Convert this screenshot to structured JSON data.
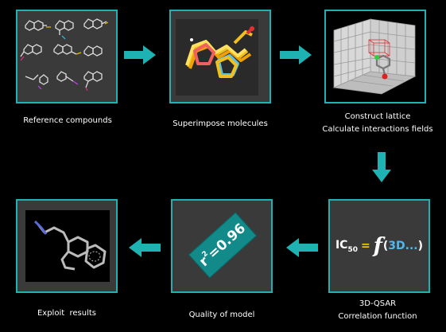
{
  "steps": [
    {
      "id": "reference",
      "caption": [
        "Reference compounds"
      ]
    },
    {
      "id": "superimpose",
      "caption": [
        "Superimpose molecules"
      ]
    },
    {
      "id": "lattice",
      "caption": [
        "Construct lattice",
        "Calculate interactions fields"
      ]
    },
    {
      "id": "qsar",
      "caption": [
        "3D-QSAR",
        "Correlation function"
      ],
      "formula": {
        "lhs": "IC",
        "sub": "50",
        "eq": "=",
        "fn": "f",
        "open": "(",
        "arg": "3D...",
        "close": ")"
      }
    },
    {
      "id": "quality",
      "caption": [
        "Quality of model"
      ],
      "r2": {
        "r": "r",
        "sup": "2",
        "value": "=0.96"
      }
    },
    {
      "id": "exploit",
      "caption": [
        "Exploit  results"
      ]
    }
  ],
  "colors": {
    "panel_border": "#1eb2b2",
    "arrow": "#1eb2b2",
    "panel_bg": "#3a3a3a",
    "r2_bg": "#138a8a"
  }
}
